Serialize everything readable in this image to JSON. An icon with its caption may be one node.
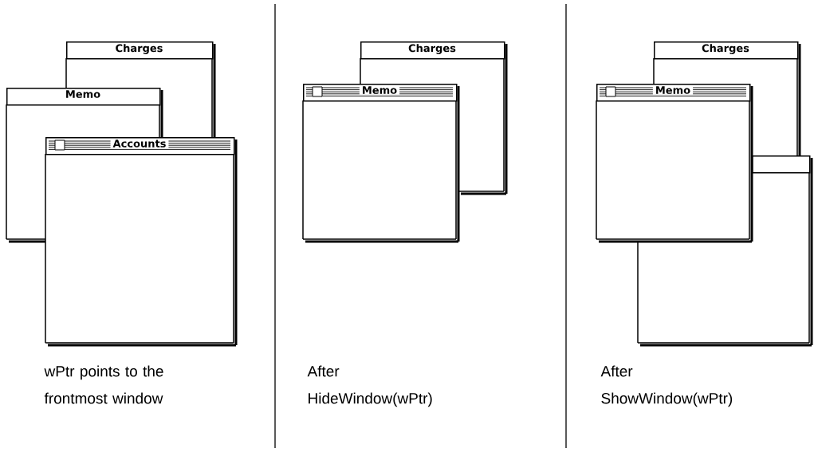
{
  "diagram": {
    "nodes": [
      {
        "text": [
          "Charges"
        ]
      },
      {
        "text": [
          "Memo"
        ]
      },
      {
        "text": [
          "Accounts"
        ]
      },
      {
        "text": [
          "Charges"
        ]
      },
      {
        "text": [
          "Memo"
        ]
      },
      {
        "text": [
          "Charges"
        ]
      },
      {
        "text": [],
        "shape": "box"
      },
      {
        "text": [
          "Memo"
        ]
      }
    ],
    "edges": [],
    "labels": [
      "wPtr points to the frontmost window",
      "After HideWindow(wPtr)",
      "After ShowWindow(wPtr)"
    ]
  }
}
